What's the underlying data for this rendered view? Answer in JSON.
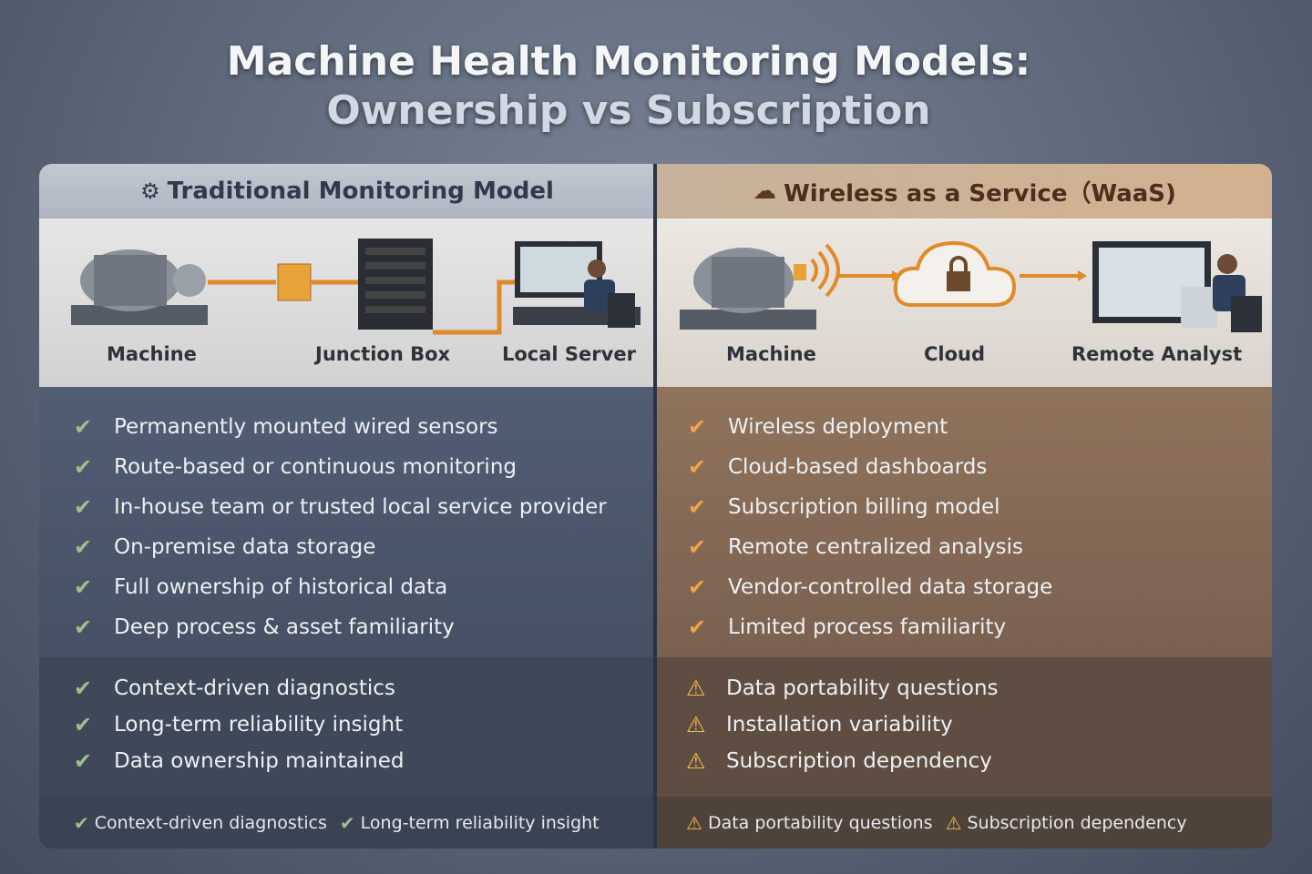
{
  "title": {
    "line1": "Machine Health Monitoring Models:",
    "line2": "Ownership vs Subscription"
  },
  "left": {
    "header": "Traditional Monitoring Model",
    "labels": [
      "Machine",
      "Junction Box",
      "Local Server"
    ],
    "items": [
      "Permanently mounted wired sensors",
      "Route-based or continuous monitoring",
      "In-house team or trusted local service provider",
      "On-premise data storage",
      "Full ownership of historical data",
      "Deep process & asset familiarity"
    ],
    "benefits": [
      "Context-driven diagnostics",
      "Long-term reliability insight",
      "Data ownership maintained"
    ],
    "footer": [
      "Context-driven diagnostics",
      "Long-term reliability insight"
    ]
  },
  "right": {
    "header": "Wireless as a Service（WaaS)",
    "labels": [
      "Machine",
      "Cloud",
      "Remote Analyst"
    ],
    "items": [
      "Wireless deployment",
      "Cloud-based dashboards",
      "Subscription billing model",
      "Remote centralized analysis",
      "Vendor-controlled data storage",
      "Limited process familiarity"
    ],
    "risks": [
      "Data portability questions",
      "Installation variability",
      "Subscription dependency"
    ],
    "footer": [
      "Data portability questions",
      "Subscription dependency"
    ]
  },
  "colors": {
    "check_left": "#9cc08e",
    "check_right": "#f2a24a",
    "warning": "#f2b84a",
    "accent_orange": "#e08a2a"
  }
}
